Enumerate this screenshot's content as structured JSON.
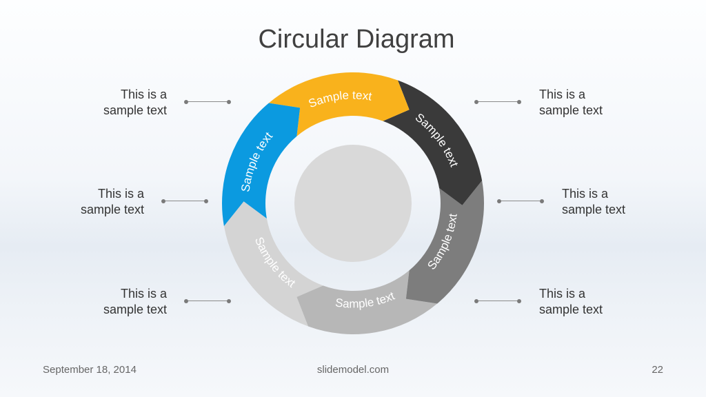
{
  "slide": {
    "title": "Circular Diagram"
  },
  "segments": [
    {
      "label": "Sample text",
      "color": "#0b9ae0"
    },
    {
      "label": "Sample text",
      "color": "#f9b21c"
    },
    {
      "label": "Sample text",
      "color": "#3a3a3a"
    },
    {
      "label": "Sample text",
      "color": "#7d7d7d"
    },
    {
      "label": "Sample text",
      "color": "#b7b7b7"
    },
    {
      "label": "Sample text",
      "color": "#d4d4d4"
    }
  ],
  "callouts": {
    "top_left": {
      "line1": "This is a",
      "line2": "sample text"
    },
    "mid_left": {
      "line1": "This is a",
      "line2": "sample text"
    },
    "bottom_left": {
      "line1": "This is a",
      "line2": "sample text"
    },
    "top_right": {
      "line1": "This is a",
      "line2": "sample text"
    },
    "mid_right": {
      "line1": "This is a",
      "line2": "sample text"
    },
    "bottom_right": {
      "line1": "This is a",
      "line2": "sample text"
    }
  },
  "center_circle_color": "#d9d9d9",
  "footer": {
    "date": "September 18, 2014",
    "site": "slidemodel.com",
    "page": "22"
  }
}
